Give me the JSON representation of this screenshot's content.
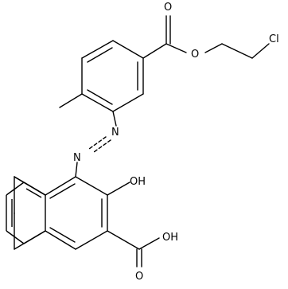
{
  "colors": {
    "bond": "#000000",
    "label": "#000000",
    "background": "#ffffff"
  },
  "atom_labels": {
    "ester_carbonyl_o": "O",
    "ester_ether_o": "O",
    "chlorine": "Cl",
    "azo_n1": "N",
    "azo_n2": "N",
    "hydroxyl": "OH",
    "acid_hydroxyl": "OH",
    "acid_carbonyl_o": "O"
  }
}
